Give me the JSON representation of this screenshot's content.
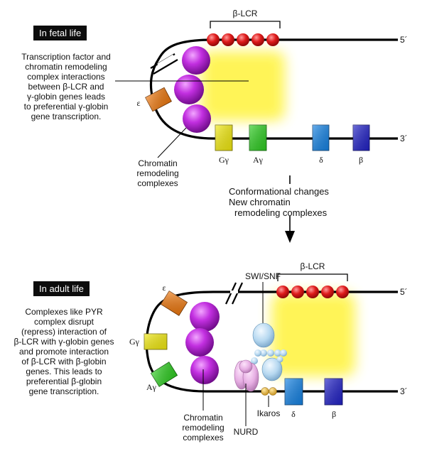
{
  "fetal": {
    "title": "In fetal life",
    "description": [
      "Transcription factor and",
      "chromatin remodeling",
      "complex interactions",
      "between β-LCR and",
      "γ-globin genes leads",
      "to preferential γ-globin",
      "gene transcription."
    ],
    "lcr_label": "β-LCR",
    "end5": "5´",
    "end3": "3´",
    "genes": {
      "epsilon": "ε",
      "g_gamma": "Gγ",
      "a_gamma": "Aγ",
      "delta": "δ",
      "beta": "β"
    },
    "complexes_label": [
      "Chromatin",
      "remodeling",
      "complexes"
    ]
  },
  "transition": {
    "lines": [
      "Conformational changes",
      "New chromatin",
      "remodeling complexes"
    ]
  },
  "adult": {
    "title": "In adult life",
    "description": [
      "Complexes like PYR",
      "complex disrupt",
      "(repress) interaction of",
      "β-LCR with γ-globin genes",
      "and promote interaction",
      "of β-LCR with β-globin",
      "genes. This leads to",
      "preferential β-globin",
      "gene transcription."
    ],
    "lcr_label": "β-LCR",
    "end5": "5´",
    "end3": "3´",
    "genes": {
      "epsilon": "ε",
      "g_gamma": "Gγ",
      "a_gamma": "Aγ",
      "delta": "δ",
      "beta": "β"
    },
    "complexes_label": [
      "Chromatin",
      "remodeling",
      "complexes"
    ],
    "swi_snf": "SWI/SNF",
    "ikaros": "Ikaros",
    "nurd": "NURD"
  },
  "colors": {
    "lcr_red": "#d8141b",
    "complex_purple": "#b21fd2",
    "epsilon_orange": "#f07a10",
    "gamma_yellow": "#f4ec10",
    "gamma_green": "#2fcf22",
    "delta_blue": "#1684e6",
    "beta_blue": "#2222c8",
    "glow_yellow": "#fff450"
  }
}
